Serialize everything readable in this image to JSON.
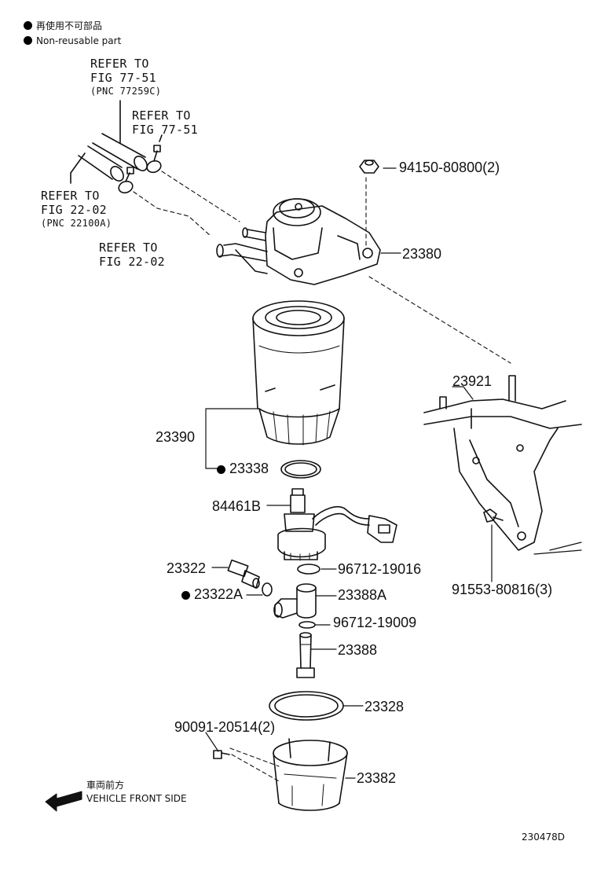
{
  "legend": {
    "japanese": "再使用不可部品",
    "english": "Non-reusable part"
  },
  "refs": {
    "fig_77_51_pnc": {
      "l1": "REFER TO",
      "l2": "FIG 77-51",
      "l3": "(PNC 77259C)"
    },
    "fig_77_51": {
      "l1": "REFER TO",
      "l2": "FIG 77-51"
    },
    "fig_22_02_pnc": {
      "l1": "REFER TO",
      "l2": "FIG 22-02",
      "l3": "(PNC 22100A)"
    },
    "fig_22_02": {
      "l1": "REFER TO",
      "l2": "FIG 22-02"
    }
  },
  "parts": {
    "p94150": "94150-80800(2)",
    "p23380": "23380",
    "p23921": "23921",
    "p23390": "23390",
    "p23338": "23338",
    "p84461B": "84461B",
    "p23322": "23322",
    "p96712_19016": "96712-19016",
    "p23322A": "23322A",
    "p23388A": "23388A",
    "p91553": "91553-80816(3)",
    "p96712_19009": "96712-19009",
    "p23388": "23388",
    "p23328": "23328",
    "p90091": "90091-20514(2)",
    "p23382": "23382"
  },
  "direction": {
    "japanese": "車両前方",
    "english": "VEHICLE FRONT SIDE"
  },
  "drawing_code": "230478D",
  "colors": {
    "ink": "#111111",
    "paper": "#ffffff"
  }
}
